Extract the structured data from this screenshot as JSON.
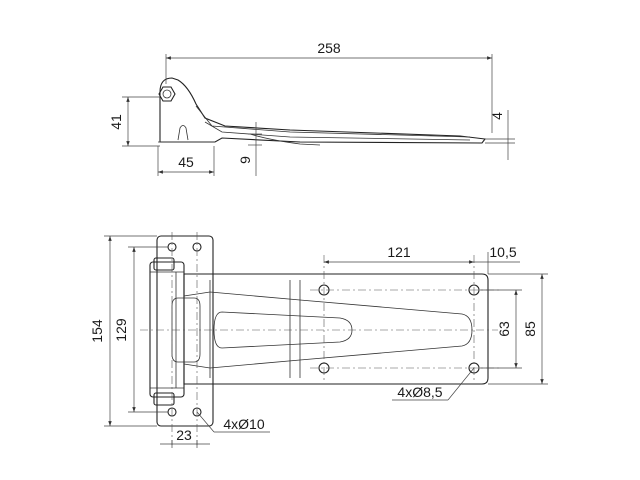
{
  "side_view": {
    "overall_length": "258",
    "pivot_height": "41",
    "base_width": "45",
    "offset": "9",
    "tip_thickness": "4"
  },
  "front_view": {
    "height_outer": "154",
    "height_inner": "129",
    "hole_pitch_long": "121",
    "edge_offset": "10,5",
    "hole_pitch_short": "63",
    "plate_height": "85",
    "hinge_hole_spacing": "23",
    "leaf_holes_callout": "4xØ8,5",
    "hinge_holes_callout": "4xØ10"
  }
}
